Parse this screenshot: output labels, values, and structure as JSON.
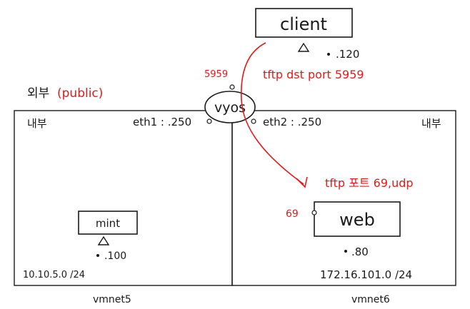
{
  "nodes": {
    "client": {
      "label": "client",
      "ip": ".120"
    },
    "router": {
      "label": "vyos"
    },
    "mint": {
      "label": "mint",
      "ip": ".100"
    },
    "web": {
      "label": "web",
      "ip": ".80"
    }
  },
  "labels": {
    "external": "외부",
    "public": "(public)",
    "internal_left": "내부",
    "internal_right": "내부",
    "eth1": "eth1 : .250",
    "eth2": "eth2 : .250",
    "subnet_left": "10.10.5.0 /24",
    "subnet_right": "172.16.101.0 /24",
    "vmnet_left": "vmnet5",
    "vmnet_right": "vmnet6"
  },
  "annotations": {
    "port_5959": "5959",
    "tftp_dst": "tftp dst port 5959",
    "tftp_port_69": "tftp 포트 69,udp",
    "port_69": "69"
  },
  "colors": {
    "ink": "#1a1a1a",
    "red": "#e41a1a"
  }
}
